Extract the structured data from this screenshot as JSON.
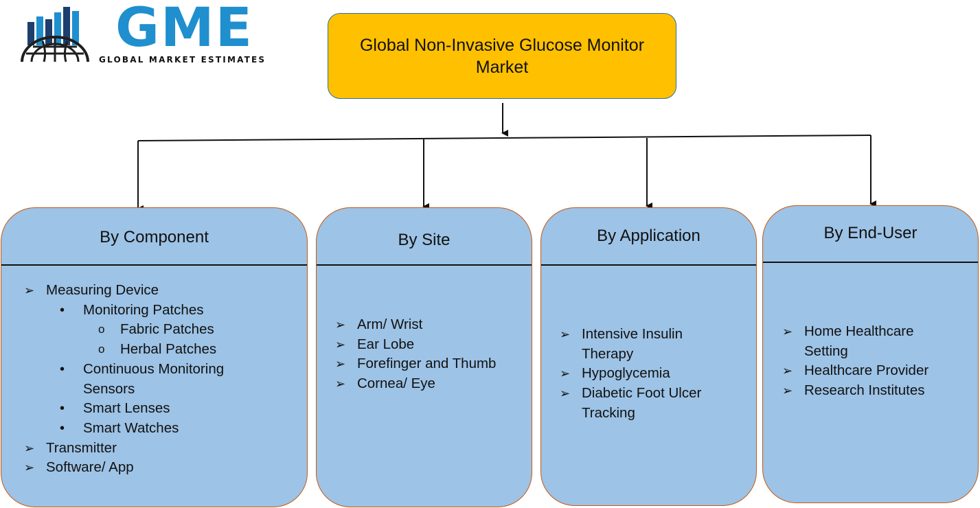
{
  "logo": {
    "text": "GME",
    "subtitle": "GLOBAL MARKET ESTIMATES",
    "colors": {
      "primary": "#1f8fce",
      "dark": "#1c3f6e",
      "globe": "#1f1f1f"
    }
  },
  "root": {
    "title": "Global Non-Invasive Glucose Monitor Market",
    "color": "#ffc000"
  },
  "colors": {
    "segment_fill": "#9dc3e6",
    "segment_border": "#c55a11",
    "connector": "#111111"
  },
  "segments": [
    {
      "title": "By Component",
      "items": [
        {
          "level": 1,
          "bullet": "➢",
          "text": "Measuring Device"
        },
        {
          "level": 2,
          "bullet": "•",
          "text": "Monitoring Patches"
        },
        {
          "level": 3,
          "bullet": "o",
          "text": "Fabric Patches"
        },
        {
          "level": 3,
          "bullet": "o",
          "text": "Herbal Patches"
        },
        {
          "level": 2,
          "bullet": "•",
          "text": "Continuous Monitoring"
        },
        {
          "level": 2,
          "bullet": "",
          "text": "Sensors"
        },
        {
          "level": 2,
          "bullet": "•",
          "text": "Smart Lenses"
        },
        {
          "level": 2,
          "bullet": "•",
          "text": "Smart Watches"
        },
        {
          "level": 1,
          "bullet": "➢",
          "text": "Transmitter"
        },
        {
          "level": 1,
          "bullet": "➢",
          "text": "Software/ App"
        }
      ]
    },
    {
      "title": "By Site",
      "items": [
        {
          "level": 1,
          "bullet": "➢",
          "text": "Arm/ Wrist"
        },
        {
          "level": 1,
          "bullet": "➢",
          "text": "Ear Lobe"
        },
        {
          "level": 1,
          "bullet": "➢",
          "text": "Forefinger and Thumb"
        },
        {
          "level": 1,
          "bullet": "➢",
          "text": "Cornea/ Eye"
        }
      ]
    },
    {
      "title": "By Application",
      "items": [
        {
          "level": 1,
          "bullet": "➢",
          "text": "Intensive Insulin"
        },
        {
          "level": 1,
          "bullet": "",
          "text": "Therapy"
        },
        {
          "level": 1,
          "bullet": "➢",
          "text": "Hypoglycemia"
        },
        {
          "level": 1,
          "bullet": "➢",
          "text": "Diabetic Foot Ulcer"
        },
        {
          "level": 1,
          "bullet": "",
          "text": "Tracking"
        }
      ]
    },
    {
      "title": "By End-User",
      "items": [
        {
          "level": 1,
          "bullet": "➢",
          "text": "Home Healthcare"
        },
        {
          "level": 1,
          "bullet": "",
          "text": "Setting"
        },
        {
          "level": 1,
          "bullet": "➢",
          "text": "Healthcare Provider"
        },
        {
          "level": 1,
          "bullet": "➢",
          "text": "Research Institutes"
        }
      ]
    }
  ]
}
